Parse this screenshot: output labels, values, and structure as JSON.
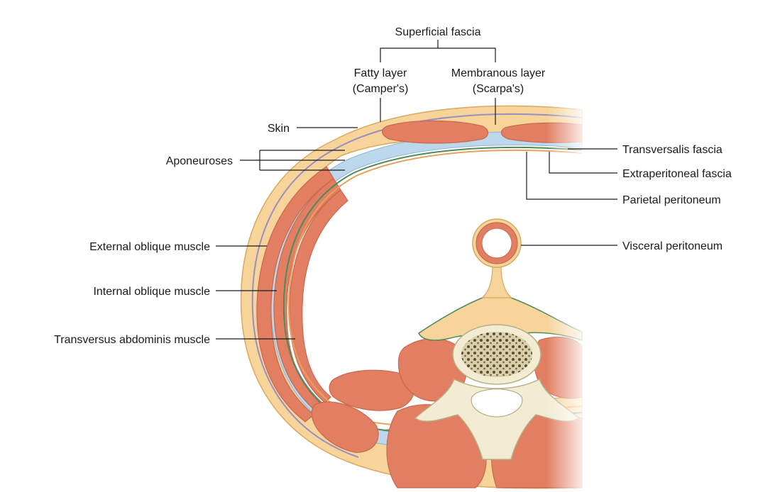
{
  "labels": {
    "superficial_fascia": "Superficial fascia",
    "fatty_layer_line1": "Fatty layer",
    "fatty_layer_line2": "(Camper's)",
    "membranous_layer_line1": "Membranous layer",
    "membranous_layer_line2": "(Scarpa's)",
    "skin": "Skin",
    "aponeuroses": "Aponeuroses",
    "transversalis_fascia": "Transversalis fascia",
    "extraperitoneal_fascia": "Extraperitoneal fascia",
    "parietal_peritoneum": "Parietal peritoneum",
    "visceral_peritoneum": "Visceral peritoneum",
    "external_oblique": "External oblique muscle",
    "internal_oblique": "Internal oblique muscle",
    "transversus_abdominis": "Transversus abdominis muscle"
  },
  "colors": {
    "fat": "#f6d49a",
    "muscle": "#e27f62",
    "muscle_edge": "#c9684d",
    "aponeurosis": "#bdd8ec",
    "membrane": "#9b8fc0",
    "peritoneum_green": "#4e8a5a",
    "bone": "#f2ecd2",
    "leader": "#1a1a1a"
  }
}
